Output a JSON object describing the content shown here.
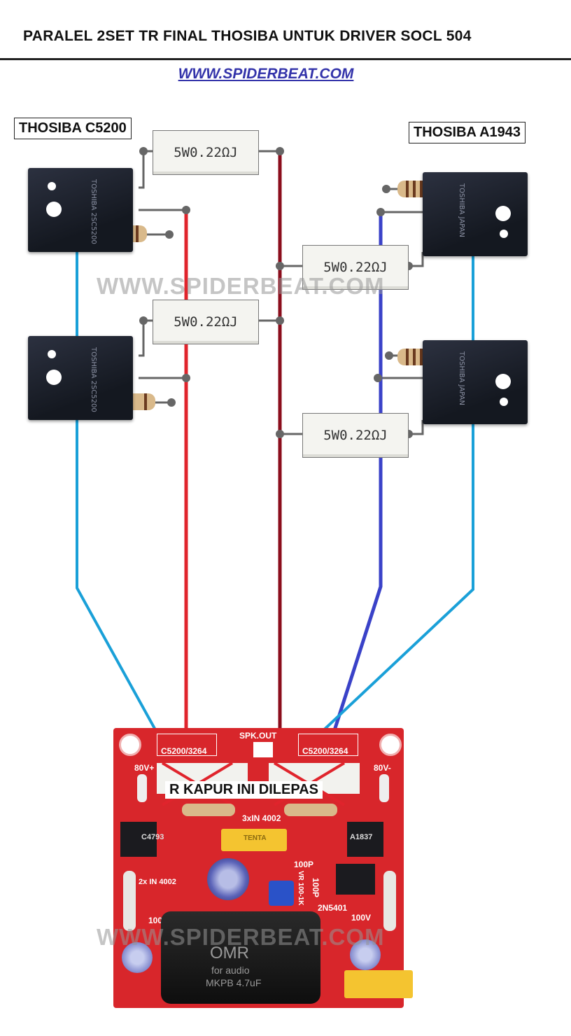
{
  "header": {
    "title": "PARALEL 2SET TR FINAL THOSIBA UNTUK DRIVER SOCL 504",
    "url": "WWW.SPIDERBEAT.COM"
  },
  "labels": {
    "left_transistor": "THOSIBA C5200",
    "right_transistor": "THOSIBA A1943"
  },
  "watermark": "WWW.SPIDERBEAT.COM",
  "resistors": {
    "r1": "5W0.22ΩJ",
    "r2": "5W0.22ΩJ",
    "r3": "5W0.22ΩJ",
    "r4": "5W0.22ΩJ"
  },
  "transistor_marks": {
    "npn": "TOSHIBA 2SC5200",
    "pnp": "TOSHIBA JAPAN"
  },
  "pcb": {
    "left_socket": "C5200/3264",
    "right_socket": "C5200/3264",
    "spk_out": "SPK.OUT",
    "v_plus": "80V+",
    "v_minus": "80V-",
    "note": "R KAPUR INI DILEPAS",
    "diodes": "3xIN 4002",
    "diodes2": "2x IN 4002",
    "q_left": "C4793",
    "q_right": "A1837",
    "cap_100p_a": "100P",
    "cap_100p_b": "100P",
    "vr": "VR 100-1K",
    "t_2n": "2N5401",
    "v100_left": "100V",
    "v100_right": "100V",
    "cap_brand": "TENTA",
    "film_cap_line1": "OMR",
    "film_cap_line2": "for audio",
    "film_cap_line3": "MKPB 4.7uF"
  },
  "colors": {
    "red_wire": "#e0242c",
    "darkred_wire": "#8b0d1c",
    "lightblue_wire": "#1aa0d8",
    "blue_wire": "#3a42c8",
    "pcb": "#d8262b"
  }
}
